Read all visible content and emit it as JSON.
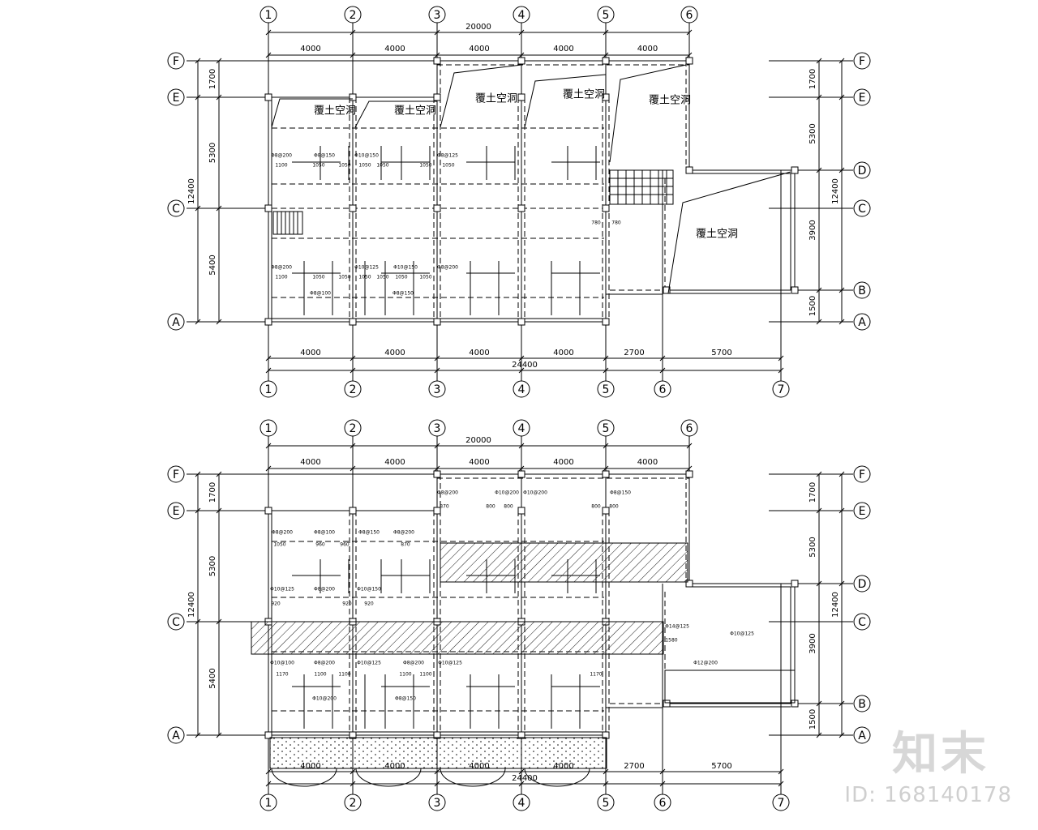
{
  "plans": [
    {
      "id": "plan-upper",
      "top_axes": [
        "1",
        "2",
        "3",
        "4",
        "5",
        "6"
      ],
      "bottom_axes": [
        "1",
        "2",
        "3",
        "4",
        "5",
        "6",
        "7"
      ],
      "left_axes": [
        "F",
        "E",
        "C",
        "A"
      ],
      "right_axes": [
        "F",
        "E",
        "D",
        "C",
        "B",
        "A"
      ],
      "total_top": "20000",
      "top_spans": [
        "4000",
        "4000",
        "4000",
        "4000",
        "4000"
      ],
      "total_bottom": "24400",
      "bottom_spans": [
        "4000",
        "4000",
        "4000",
        "4000",
        "2700",
        "5700"
      ],
      "left_total": "12400",
      "left_spans": [
        "1700",
        "5300",
        "5400"
      ],
      "right_total": "12400",
      "right_spans": [
        "1700",
        "5300",
        "3900",
        "1500"
      ],
      "labels": [
        "覆土空洞",
        "覆土空洞",
        "覆土空洞",
        "覆土空洞",
        "覆土空洞",
        "覆土空洞"
      ],
      "rebar": [
        "Φ8@200",
        "Φ10@150",
        "Φ8@125",
        "Φ8@200",
        "Φ10@125",
        "Φ8@200",
        "Φ8@100",
        "Φ8@150",
        "Φ8@150",
        "Φ10@150"
      ],
      "small_dims": [
        "1100",
        "1050",
        "1050",
        "1050",
        "1050",
        "1100",
        "1050",
        "1050",
        "1050",
        "1050",
        "780",
        "780",
        "1050",
        "1050",
        "1050",
        "1050"
      ]
    },
    {
      "id": "plan-lower",
      "top_axes": [
        "1",
        "2",
        "3",
        "4",
        "5",
        "6"
      ],
      "bottom_axes": [
        "1",
        "2",
        "3",
        "4",
        "5",
        "6",
        "7"
      ],
      "left_axes": [
        "F",
        "E",
        "C",
        "A"
      ],
      "right_axes": [
        "F",
        "E",
        "D",
        "C",
        "B",
        "A"
      ],
      "total_top": "20000",
      "top_spans": [
        "4000",
        "4000",
        "4000",
        "4000",
        "4000"
      ],
      "total_bottom": "24400",
      "bottom_spans": [
        "4000",
        "4000",
        "4000",
        "4000",
        "2700",
        "5700"
      ],
      "left_total": "12400",
      "left_spans": [
        "1700",
        "5300",
        "5400"
      ],
      "right_total": "12400",
      "right_spans": [
        "1700",
        "5300",
        "3900",
        "1500"
      ],
      "rebar": [
        "Φ8@200",
        "Φ10@200",
        "Φ10@200",
        "Φ8@150",
        "Φ8@200",
        "Φ8@100",
        "Φ8@150",
        "Φ8@200",
        "Φ10@125",
        "Φ8@200",
        "Φ10@150",
        "Φ10@100",
        "Φ8@200",
        "Φ10@125",
        "Φ8@200",
        "Φ10@200",
        "Φ8@150",
        "Φ10@125",
        "Φ12@200",
        "Φ14@125",
        "Φ10@125"
      ],
      "small_dims": [
        "870",
        "800",
        "800",
        "800",
        "800",
        "1050",
        "960",
        "960",
        "870",
        "920",
        "920",
        "920",
        "1170",
        "1100",
        "1100",
        "1100",
        "1100",
        "1170",
        "1580"
      ]
    }
  ],
  "watermark": {
    "logo": "知末",
    "id_text": "ID: 168140178"
  }
}
